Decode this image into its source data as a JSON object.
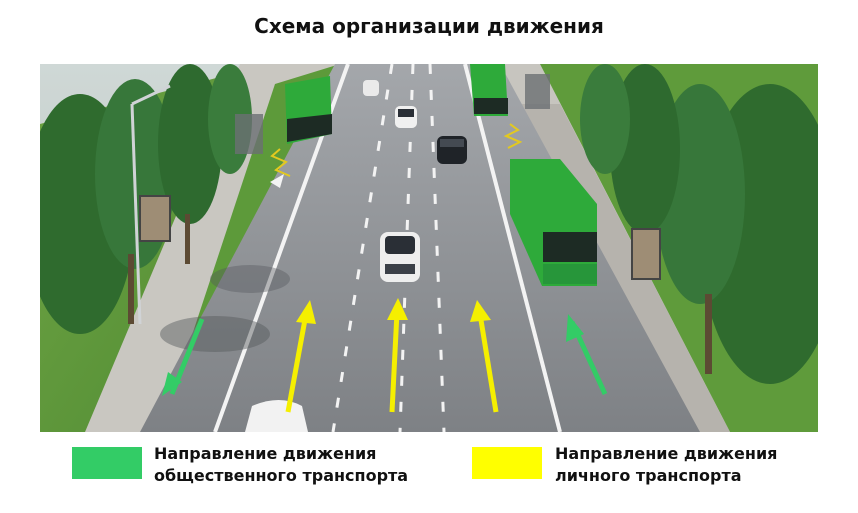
{
  "title": "Схема организации движения",
  "legend": [
    {
      "color": "#33cc66",
      "line1": "Направление движения",
      "line2": "общественного транспорта"
    },
    {
      "color": "#ffff00",
      "line1": "Направление движения",
      "line2": "личного транспорта"
    }
  ],
  "colors": {
    "public_transport_arrow": "#33cc66",
    "private_transport_arrow": "#f5ef00",
    "bus": "#2eaa3a",
    "asphalt": "#8c8f93",
    "grass": "#5f9b3b",
    "tree": "#2f6b2e"
  }
}
